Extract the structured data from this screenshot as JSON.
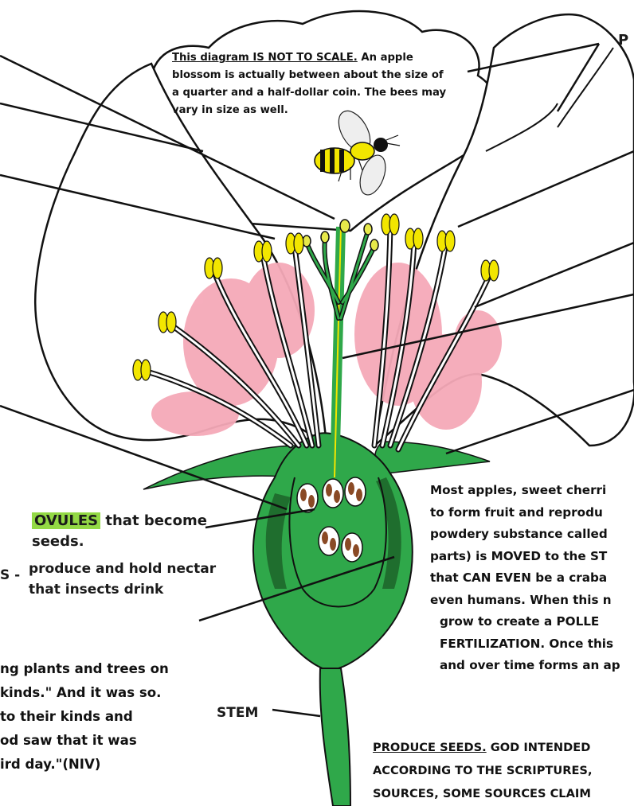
{
  "note": {
    "part1": "This diagram IS NOT TO SCALE.",
    "part2": " An apple",
    "line2": "blossom is actually between about  the size of",
    "line3": "a quarter and a half-dollar coin. The bees may",
    "line4": "vary in size as well."
  },
  "labels": {
    "ovules_highlight": "OVULES",
    "ovules_rest": " that become",
    "ovules_line2": "seeds.",
    "nectaries_cut": "S -",
    "nectaries_line1": "produce and hold nectar",
    "nectaries_line2": "that insects drink",
    "stem": "STEM",
    "top_right_cut": "P"
  },
  "genesis": [
    "ng plants and trees on",
    "kinds.\" And it was so.",
    "to their kinds and",
    "od saw that it was",
    "ird day.\"(NIV)"
  ],
  "info": [
    "Most apples, sweet cherri",
    "to form fruit and reprodu",
    "powdery substance called",
    "parts) is MOVED to the ST",
    "that CAN EVEN be a craba",
    "even humans. When this n",
    "grow to create a POLLE",
    "FERTILIZATION.  Once this",
    "and over time forms an ap"
  ],
  "tail": {
    "produce_seeds": "PRODUCE SEEDS.",
    "rest1": " GOD INTENDED",
    "line2": "ACCORDING TO THE SCRIPTURES,",
    "line3": "SOURCES, SOME SOURCES CLAIM"
  },
  "colors": {
    "petal_pink": "#f5a9b8",
    "green": "#2fa84a",
    "dark_green": "#1f6e2e",
    "anther_yellow": "#f2e600",
    "ovule_brown": "#8a4a25",
    "highlight": "#93d945"
  }
}
